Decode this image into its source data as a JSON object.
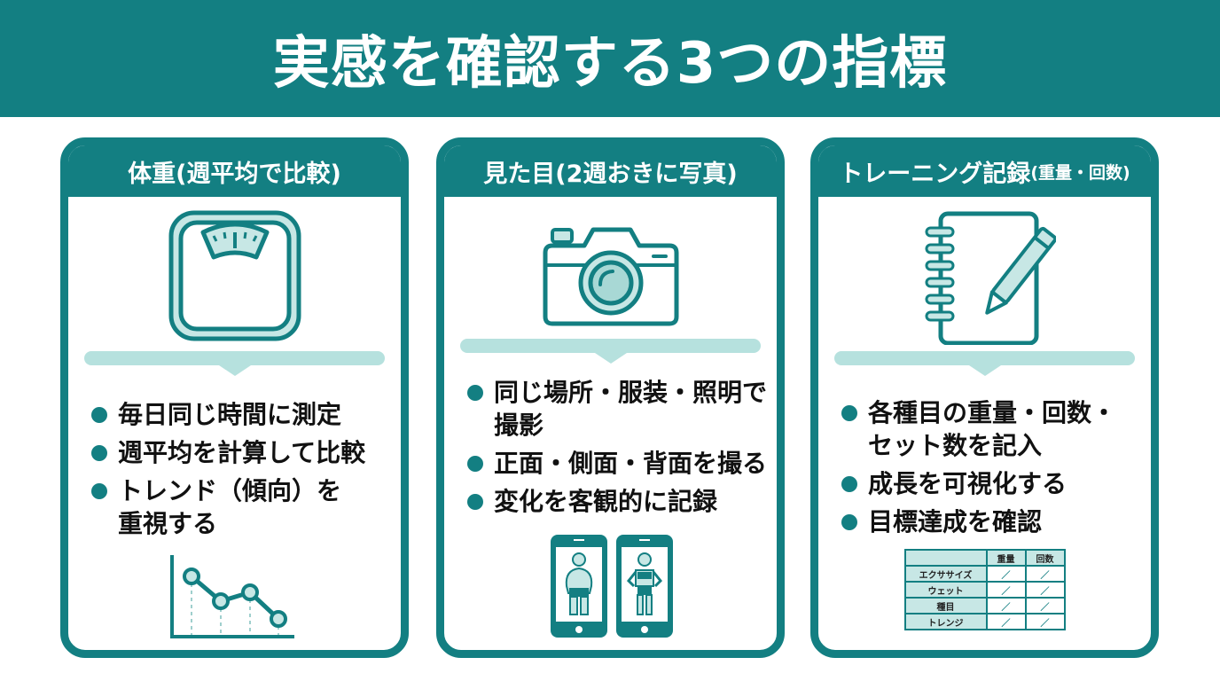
{
  "title": "実感を確認する3つの指標",
  "colors": {
    "primary": "#137f82",
    "light": "#b6e1de",
    "text": "#111111"
  },
  "cards": [
    {
      "heading": "体重(週平均で比較)",
      "icon": "bathroom-scale-icon",
      "bullets": [
        "毎日同じ時間に測定",
        "週平均を計算して比較",
        "トレンド（傾向）を重視する"
      ],
      "figure": "downward-trend-line-chart-icon"
    },
    {
      "heading": "見た目(2週おきに写真)",
      "icon": "camera-icon",
      "bullets": [
        "同じ場所・服装・照明で撮影",
        "正面・側面・背面を撮る",
        "変化を客観的に記録"
      ],
      "figure": "before-after-phone-photos-icon"
    },
    {
      "heading_main": "トレーニング記録",
      "heading_sub": "(重量・回数)",
      "icon": "notebook-pencil-icon",
      "bullets": [
        "各種目の重量・回数・セット数を記入",
        "成長を可視化する",
        "目標達成を確認"
      ],
      "table": {
        "headers": [
          "",
          "重量",
          "回数"
        ],
        "rows": [
          [
            "エクササイズ",
            "／",
            "／"
          ],
          [
            "ウェット",
            "／",
            "／"
          ],
          [
            "種目",
            "／",
            "／"
          ],
          [
            "トレンジ",
            "／",
            "／"
          ]
        ]
      }
    }
  ]
}
